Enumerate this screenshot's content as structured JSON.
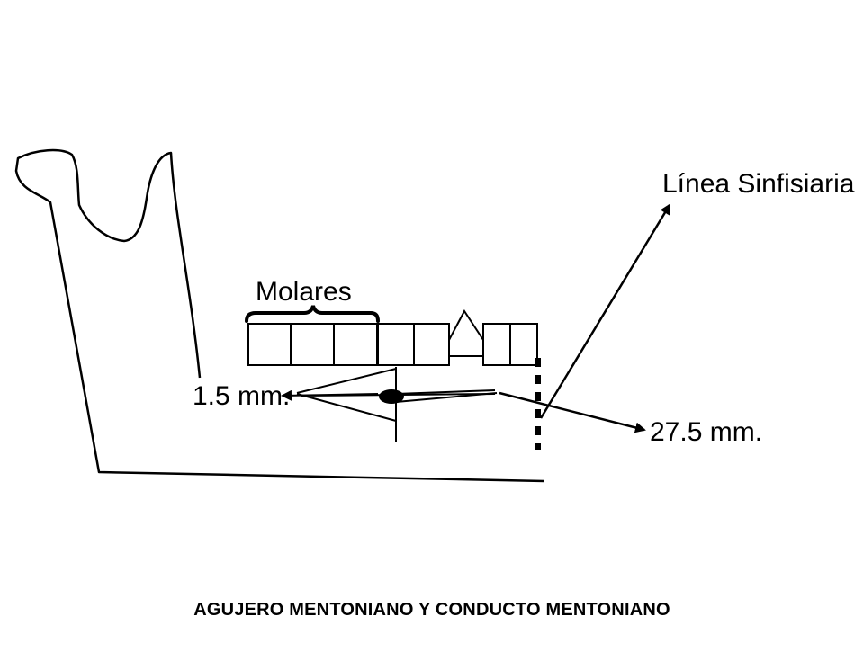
{
  "labels": {
    "molares": "Molares",
    "linea_sinfisiaria": "Línea Sinfisiaria",
    "measure_left": "1.5 mm.",
    "measure_right": "27.5 mm."
  },
  "caption": "AGUJERO MENTONIANO Y CONDUCTO MENTONIANO",
  "colors": {
    "stroke": "#000000",
    "background": "#ffffff"
  }
}
